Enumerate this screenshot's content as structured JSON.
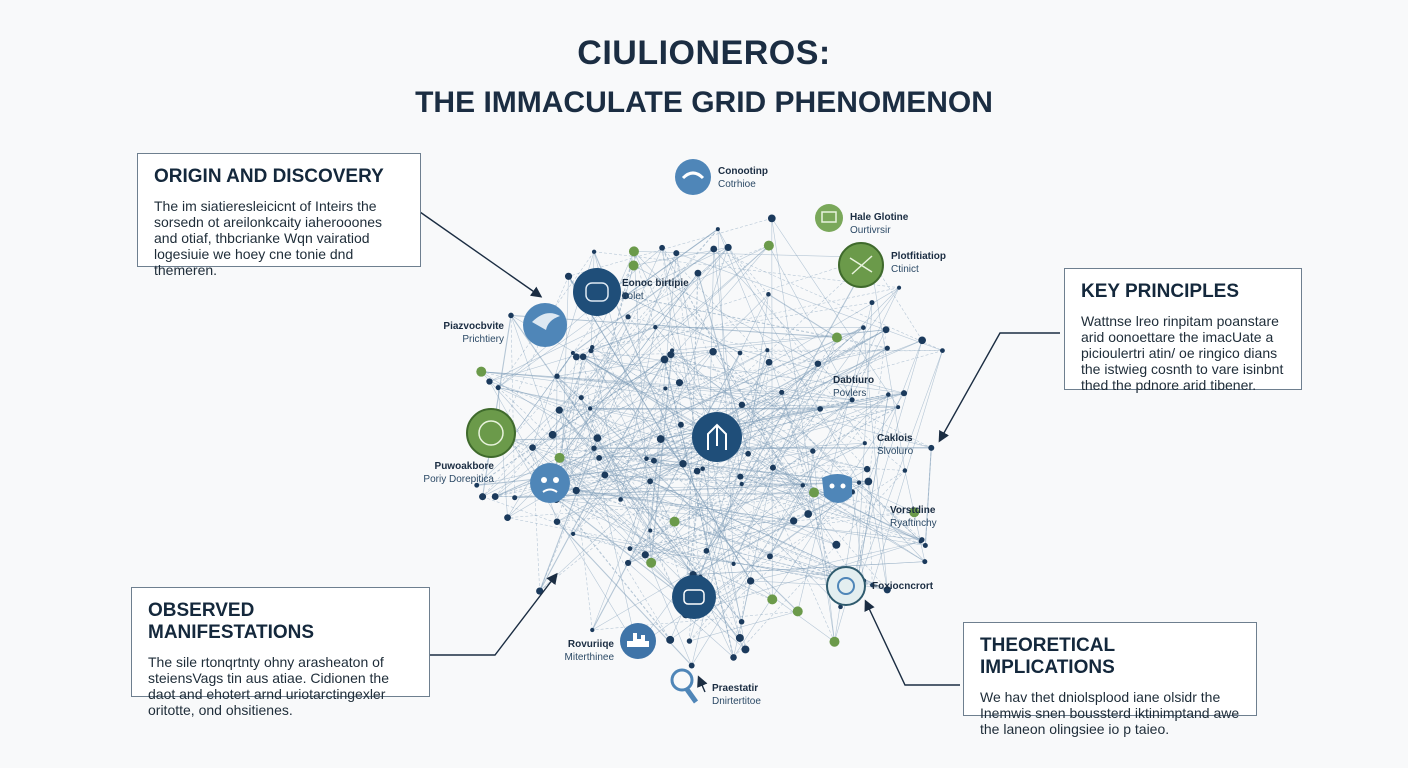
{
  "title": {
    "line1": "CIULIONEROS:",
    "line2": "THE IMMACULATE GRID PHENOMENON"
  },
  "boxes": {
    "origin": {
      "heading": "ORIGIN AND DISCOVERY",
      "body": "The im siatieresleicicnt of Inteirs the sorsedn ot areilonkcaity iaherooones and otiaf, thbcrianke Wqn vairatiod logesiuie we hoey cne tonie dnd themeren."
    },
    "principles": {
      "heading": "KEY PRINCIPLES",
      "body": "Wattnse lreo rinpitam poanstare arid oonoettare the imacUate a picioulertri atin/ oe ringico dians the istwieg cosnth to vare isinbnt thed the pdnore arid tibener."
    },
    "manifestations": {
      "heading": "OBSERVED MANIFESTATIONS",
      "body": "The sile rtonqrtnty ohny arasheaton of steiensVags tin aus atiae. Cidionen the daot and ehotert arnd uriotarctingexler oritotte, ond ohsitienes."
    },
    "implications": {
      "heading": "THEORETICAL IMPLICATIONS",
      "body": "We hav thet dniolsplood iane olsidr the Inemwis snen boussterd iktinimptand awe the laneon olingsiee io p taieo."
    }
  },
  "nodes": [
    {
      "id": "conocting",
      "title": "Conootinp",
      "sub": "Cotrhioe"
    },
    {
      "id": "hale",
      "title": "Hale Glotine",
      "sub": "Ourtivrsir"
    },
    {
      "id": "plotfit",
      "title": "Plotfitiatiop",
      "sub": "Ctinict"
    },
    {
      "id": "eonoc",
      "title": "Eonoc birtipie",
      "sub": "holet"
    },
    {
      "id": "plazvoc",
      "title": "Piazvocbvite",
      "sub": "Prichtiery"
    },
    {
      "id": "dabtiuro",
      "title": "Dabtiuro",
      "sub": "Povlers"
    },
    {
      "id": "puwoak",
      "title": "Puwoakbore",
      "sub": "Poriy Dorepitica"
    },
    {
      "id": "caklois",
      "title": "Caklois",
      "sub": "Slvoluro"
    },
    {
      "id": "vorstdine",
      "title": "Vorstdine",
      "sub": "Ryaftinchy"
    },
    {
      "id": "foxio",
      "title": "Foxiocncrort",
      "sub": ""
    },
    {
      "id": "rovur",
      "title": "Rovuriiqe",
      "sub": "Miterthinee"
    },
    {
      "id": "praest",
      "title": "Praestatir",
      "sub": "Dnirtertitoe"
    }
  ],
  "colors": {
    "dark_blue": "#1f4e79",
    "light_blue": "#4f86b8",
    "green": "#6b9a4a",
    "line": "#7f9db8",
    "text": "#14283c"
  }
}
